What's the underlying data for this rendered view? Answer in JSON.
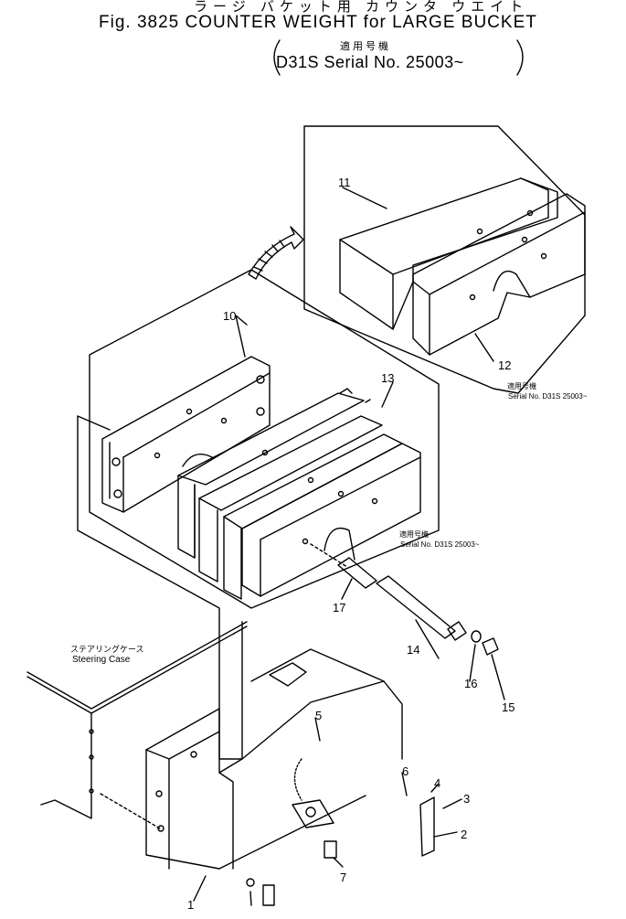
{
  "title": {
    "japanese": "ラージ バケット用 カウンタ ウエイト",
    "main": "Fig. 3825  COUNTER WEIGHT for LARGE BUCKET",
    "serial_japanese": "適用号機",
    "serial_main": "D31S Serial No. 25003~"
  },
  "notes": {
    "upper_jp": "適用号機",
    "upper_serial": "Serial No. D31S 25003~",
    "middle_jp": "適用号機",
    "middle_serial": "Serial No. D31S 25003~",
    "steering_jp": "ステアリングケース",
    "steering_en": "Steering Case"
  },
  "callouts": [
    "1",
    "2",
    "3",
    "4",
    "5",
    "6",
    "7",
    "10",
    "11",
    "12",
    "13",
    "14",
    "15",
    "16",
    "17"
  ]
}
